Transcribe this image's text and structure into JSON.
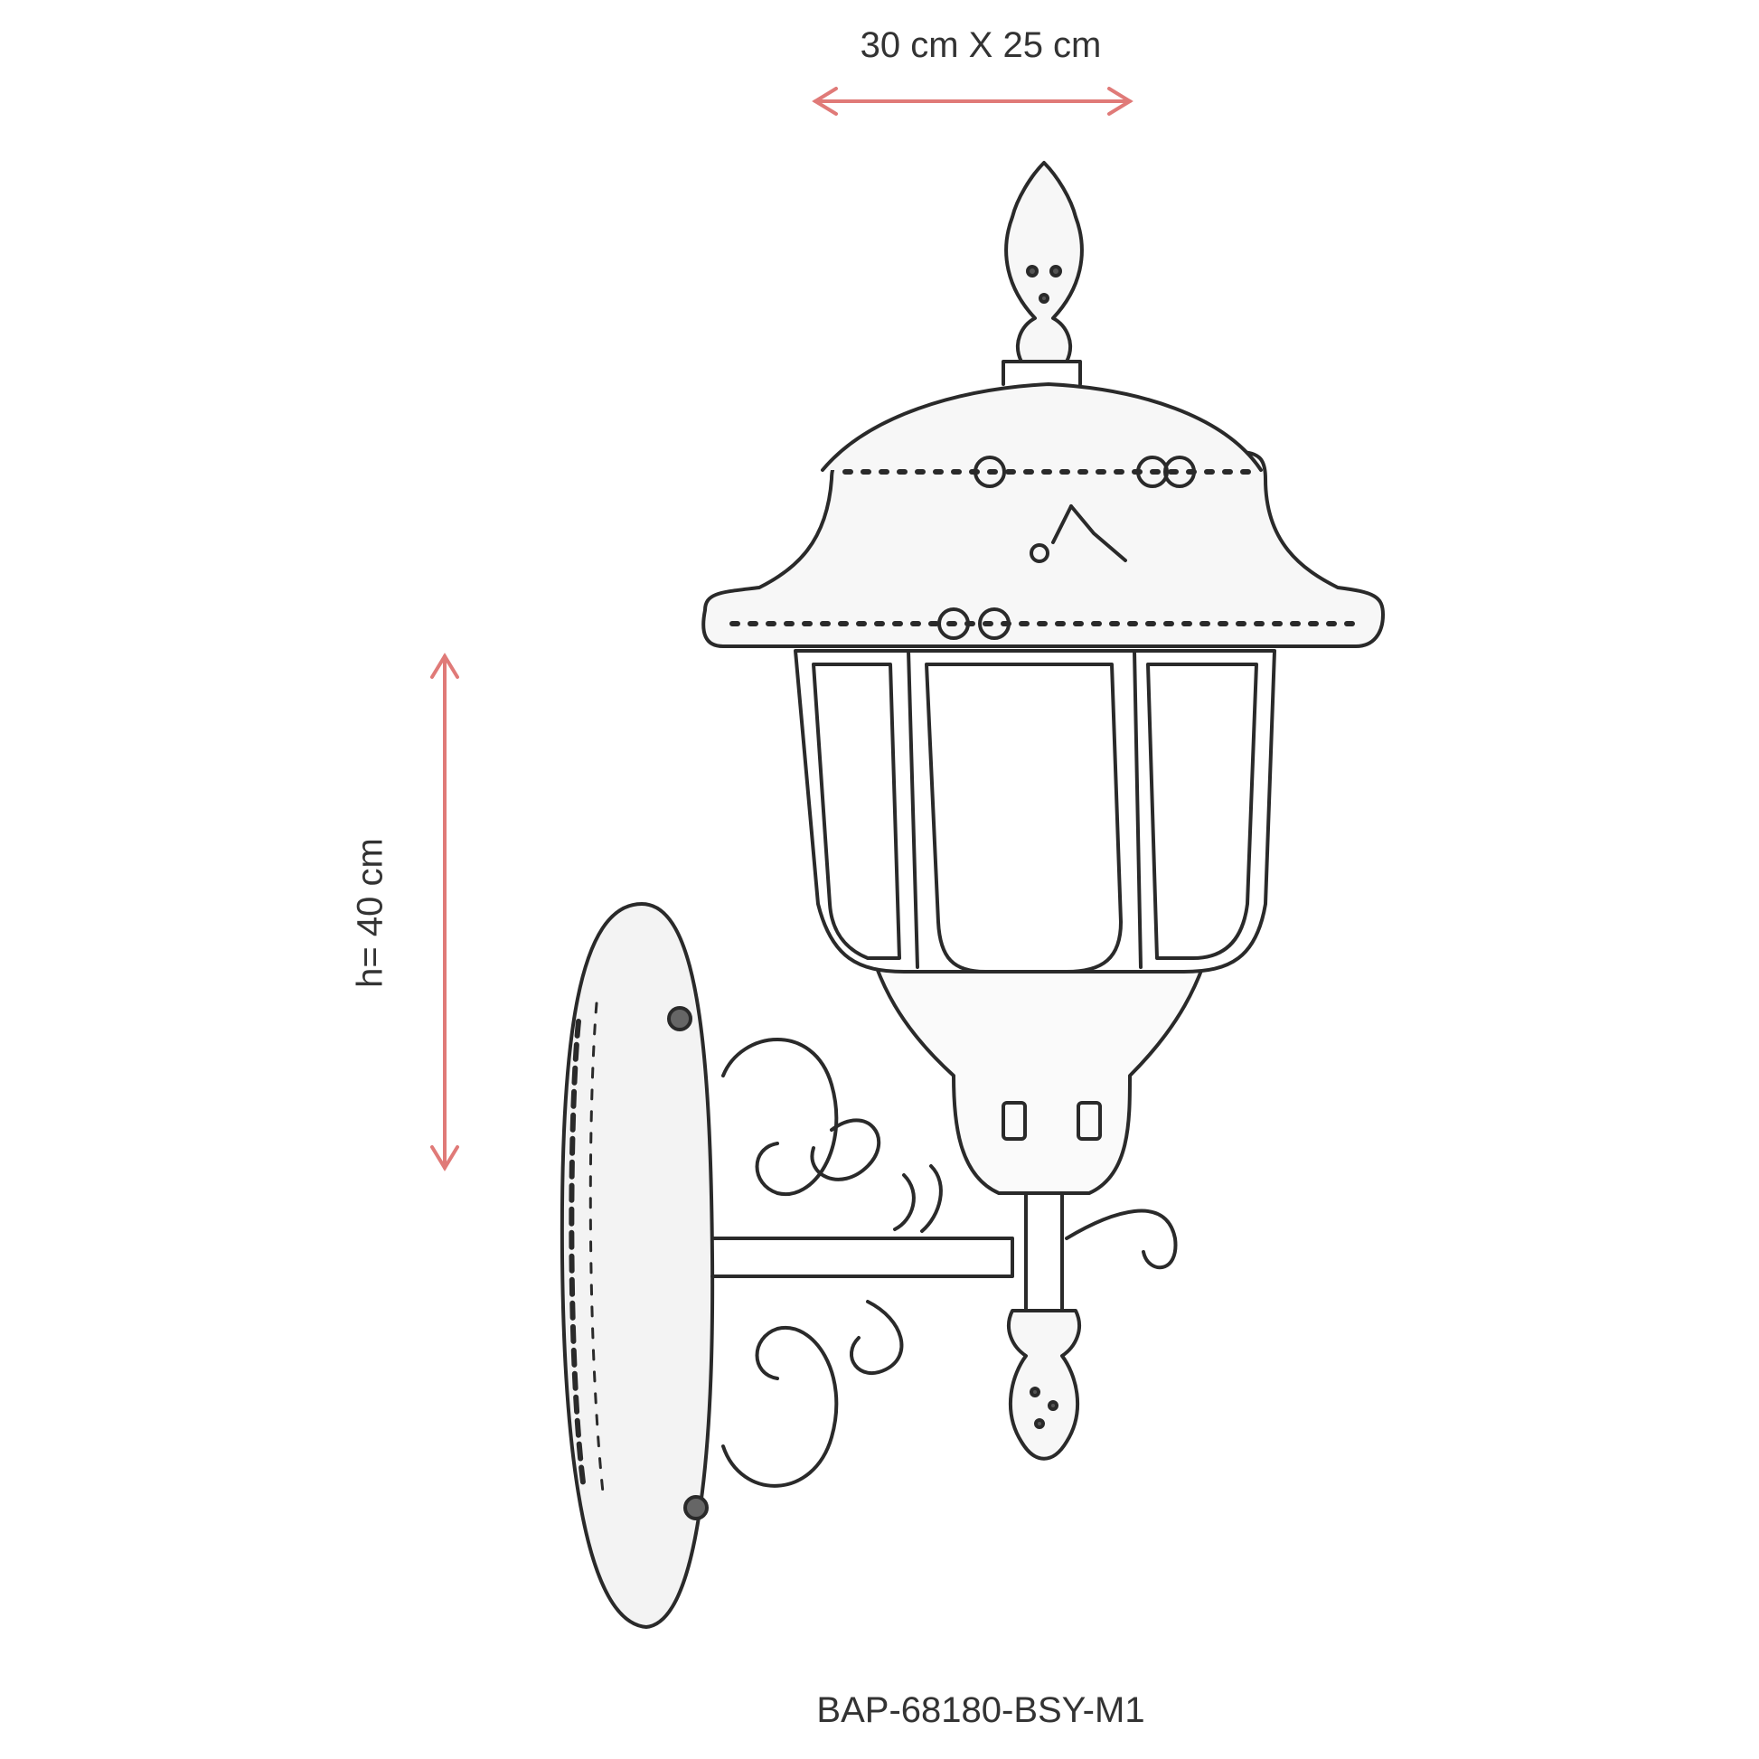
{
  "dimensions": {
    "width_text": "30 cm X 25 cm",
    "height_text": "h= 40 cm"
  },
  "model_code": "BAP-68180-BSY-M1",
  "colors": {
    "arrow": "#e07a78",
    "line": "#2a2a2a"
  }
}
